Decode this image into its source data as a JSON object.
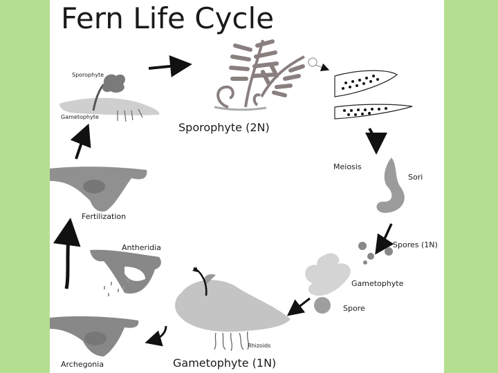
{
  "title": "Fern Life Cycle",
  "labels": {
    "sporophyte_small": "Sporophyte",
    "gametophyte_small": "Gametophyte",
    "sporophyte_2n": "Sporophyte (2N)",
    "meiosis": "Meiosis",
    "sori": "Sori",
    "spores_1n": "Spores (1N)",
    "gametophyte_mid": "Gametophyte",
    "spore": "Spore",
    "fertilization": "Fertilization",
    "antheridia": "Antheridia",
    "rhizoids": "Rhizoids",
    "archegonia": "Archegonia",
    "gametophyte_1n": "Gametophyte (1N)"
  },
  "colors": {
    "background": "#b5df90",
    "panel": "#ffffff",
    "ink": "#111111",
    "gray_dark": "#777777",
    "gray_mid": "#9a9a9a",
    "gray_light": "#c8c8c8"
  }
}
